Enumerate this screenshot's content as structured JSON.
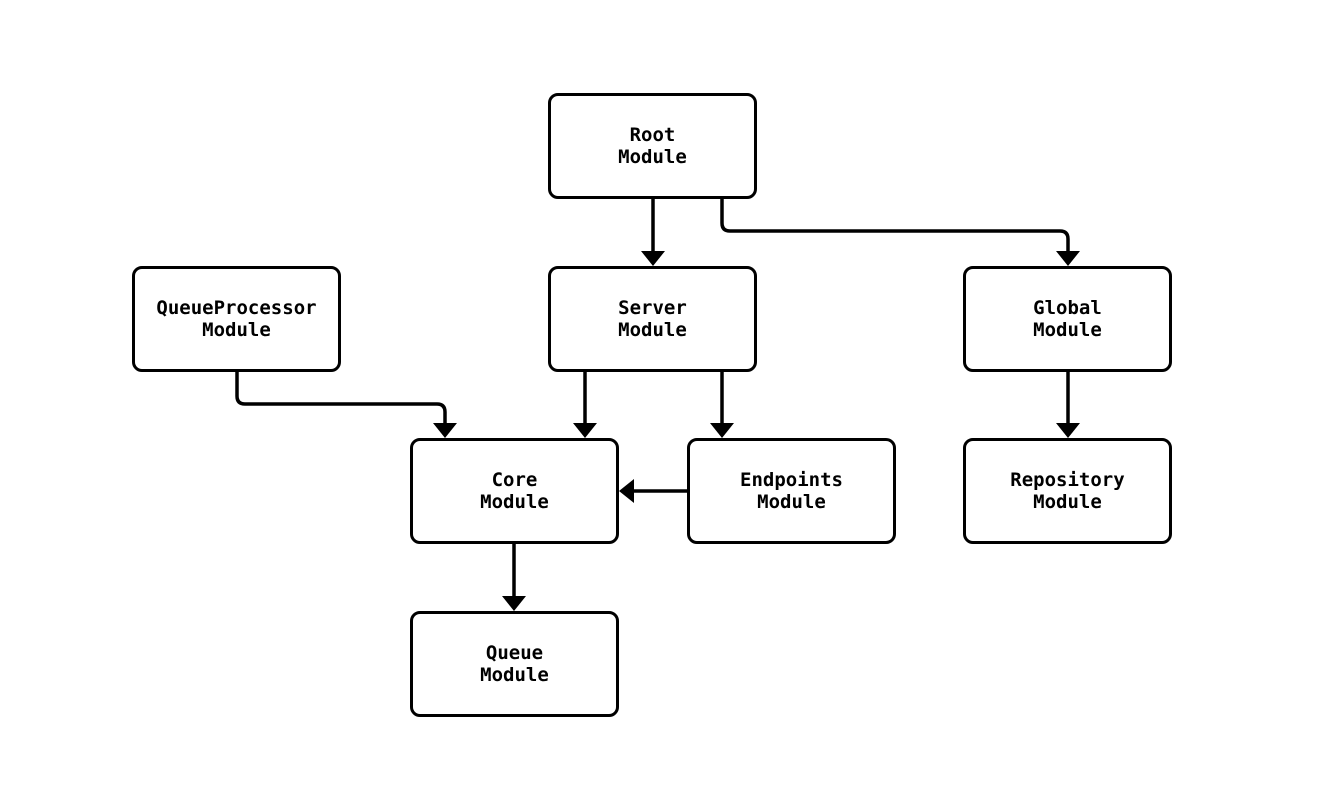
{
  "diagram": {
    "type": "flowchart",
    "direction": "top-down",
    "colors": {
      "background": "#ffffff",
      "node_fill": "#ffffff",
      "node_border": "#000000",
      "text": "#000000",
      "edge": "#000000"
    },
    "nodes": {
      "root": {
        "line1": "Root",
        "line2": "Module"
      },
      "queueprocessor": {
        "line1": "QueueProcessor",
        "line2": "Module"
      },
      "server": {
        "line1": "Server",
        "line2": "Module"
      },
      "global": {
        "line1": "Global",
        "line2": "Module"
      },
      "core": {
        "line1": "Core",
        "line2": "Module"
      },
      "endpoints": {
        "line1": "Endpoints",
        "line2": "Module"
      },
      "repository": {
        "line1": "Repository",
        "line2": "Module"
      },
      "queue": {
        "line1": "Queue",
        "line2": "Module"
      }
    },
    "edges": [
      {
        "from": "Root Module",
        "to": "Server Module"
      },
      {
        "from": "Root Module",
        "to": "Global Module"
      },
      {
        "from": "QueueProcessor Module",
        "to": "Core Module"
      },
      {
        "from": "Server Module",
        "to": "Core Module"
      },
      {
        "from": "Server Module",
        "to": "Endpoints Module"
      },
      {
        "from": "Endpoints Module",
        "to": "Core Module"
      },
      {
        "from": "Global Module",
        "to": "Repository Module"
      },
      {
        "from": "Core Module",
        "to": "Queue Module"
      }
    ]
  }
}
